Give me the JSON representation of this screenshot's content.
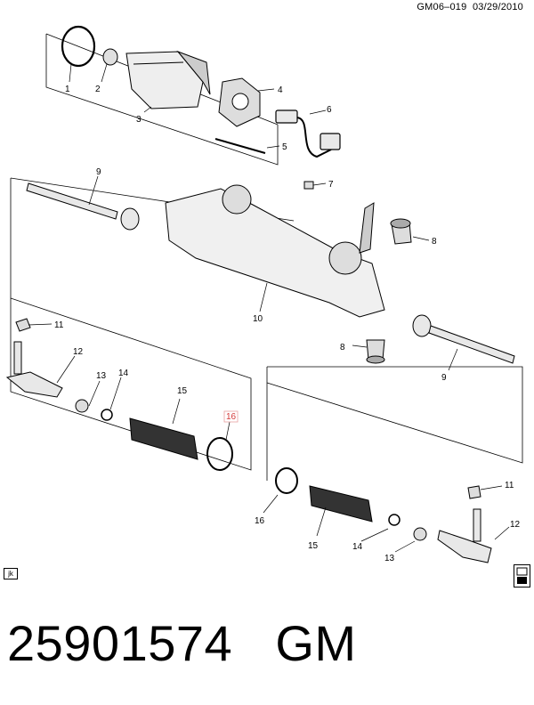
{
  "header": {
    "diagram_id": "GM06–019",
    "date": "03/29/2010"
  },
  "corner_tag": "jk",
  "bottom_label": {
    "part_number": "25901574",
    "brand": "GM"
  },
  "callouts": [
    "1",
    "2",
    "3",
    "4",
    "5",
    "6",
    "7",
    "8",
    "9",
    "10",
    "11",
    "12",
    "13",
    "14",
    "15",
    "16",
    "8",
    "9",
    "11",
    "12",
    "13",
    "14",
    "15",
    "16"
  ],
  "highlighted_callout": "16",
  "colors": {
    "line": "#000000",
    "highlight": "#d43a3a",
    "part_fill": "#f2f2f2"
  }
}
